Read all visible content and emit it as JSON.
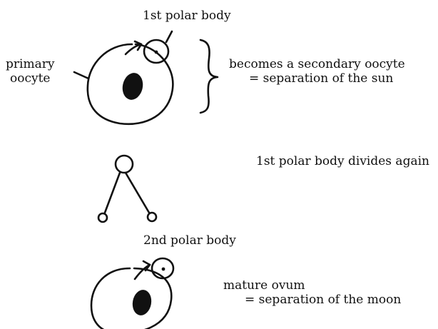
{
  "labels": {
    "first_polar_body": "1st polar body",
    "primary_oocyte_line1": "primary",
    "primary_oocyte_line2": "oocyte",
    "secondary_oocyte_line1": "becomes a secondary oocyte",
    "secondary_oocyte_line2": "= separation of the sun",
    "divides_again": "1st polar body divides again",
    "second_polar_body": "2nd polar body",
    "mature_ovum_line1": "mature ovum",
    "mature_ovum_line2": "= separation of the moon"
  },
  "colors": {
    "ink": "#111111",
    "background": "#ffffff"
  }
}
